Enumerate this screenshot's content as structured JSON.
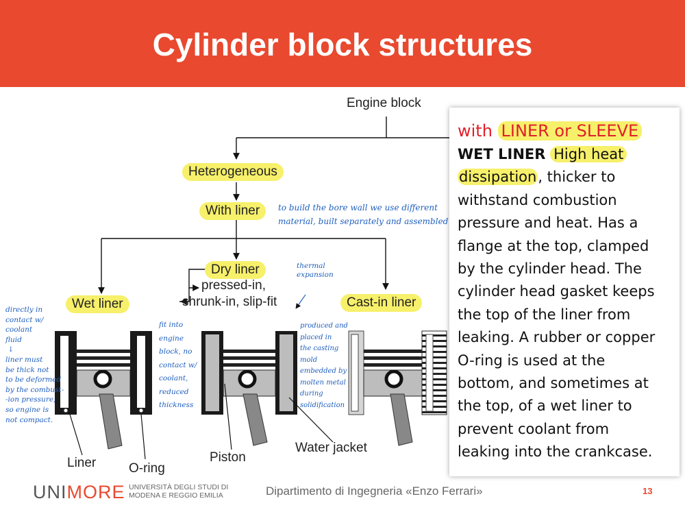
{
  "slide": {
    "title": "Cylinder block structures",
    "page_number": "13"
  },
  "tree": {
    "root": "Engine block",
    "heterogeneous": "Heterogeneous",
    "with_liner": "With liner",
    "dry_liner": "Dry liner",
    "dry_sub_1": "pressed-in,",
    "dry_sub_2": "shrunk-in, slip-fit",
    "wet_liner": "Wet liner",
    "cast_in_liner": "Cast-in liner"
  },
  "parts": {
    "liner": "Liner",
    "oring": "O-ring",
    "piston": "Piston",
    "water_jacket": "Water jacket"
  },
  "handwritten": {
    "with_liner_note": "to build the bore wall we use different\nmaterial, built separately and assembled",
    "thermal": "thermal\nexpansion",
    "wet_note": "directly in\ncontact w/\ncoolant\nfluid\n ↓\nliner must\nbe thick not\nto be deformed\nby the combust-\n-ion pressure,\nso engine is\nnot compact.",
    "dry_note": "fit into\nengine\nblock, no\ncontact w/\ncoolant,\nreduced\nthickness",
    "cast_note": "produced and\nplaced in\nthe casting\nmold\nembedded by\nmolten metal\nduring\nsolidification"
  },
  "callout": {
    "head_prefix": "with ",
    "head_highlight": "LINER or SLEEVE",
    "bold_lead": "WET LINER",
    "highlight_1": "High heat",
    "highlight_2": "dissipation",
    "line_1": ", thicker to",
    "lines": [
      "withstand combustion",
      "pressure and heat. Has a",
      "flange at the top, clamped",
      "by the cylinder head. The",
      "cylinder head gasket keeps",
      "the top of the liner from",
      "leaking. A rubber or copper",
      "O-ring is used at the",
      "bottom, and sometimes at",
      "the top, of a wet liner to",
      "prevent coolant from",
      "leaking into the crankcase."
    ]
  },
  "footer": {
    "logo_a": "UNI",
    "logo_b": "MORE",
    "uni_line1": "UNIVERSITÀ DEGLI STUDI DI",
    "uni_line2": "MODENA E REGGIO EMILIA",
    "department": "Dipartimento di Ingegneria «Enzo Ferrari»"
  },
  "colors": {
    "header": "#e8492f",
    "highlight": "#f7f06a",
    "handwriting": "#1f5fbf",
    "callout_head": "#e0202a"
  }
}
